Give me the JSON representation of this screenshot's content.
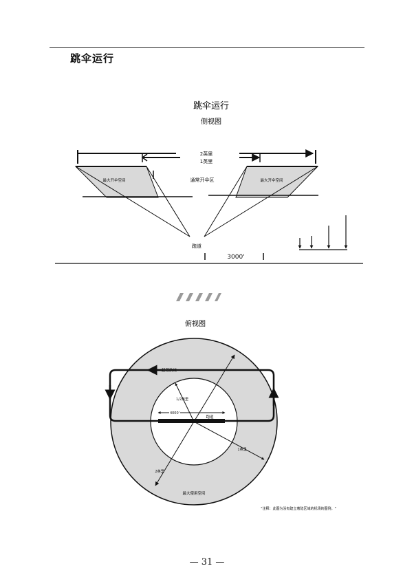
{
  "page": {
    "section_title": "跳伞运行",
    "page_number": "— 31 —"
  },
  "side_view": {
    "title": "跳伞运行",
    "subtitle": "侧视图",
    "label_2mi": "2英里",
    "label_1mi": "1英里",
    "label_left_zone": "最大开伞空间",
    "label_right_zone": "最大开伞空间",
    "label_center": "通常开伞区",
    "label_runway": "跑道",
    "label_distance": "3000'"
  },
  "top_view": {
    "title": "俯视图",
    "label_pattern": "起落航线",
    "label_half_mi": "1/2英里",
    "label_4000": "4000'",
    "label_runway": "跑道",
    "label_1mi": "1英里",
    "label_2mi": "2英里",
    "label_max_space": "最大使用空间",
    "footnote": "\"注释：此图为没有建立着陆区域的机场的图例。\""
  },
  "colors": {
    "zone_fill": "#d9d9d9",
    "line": "#111111"
  }
}
